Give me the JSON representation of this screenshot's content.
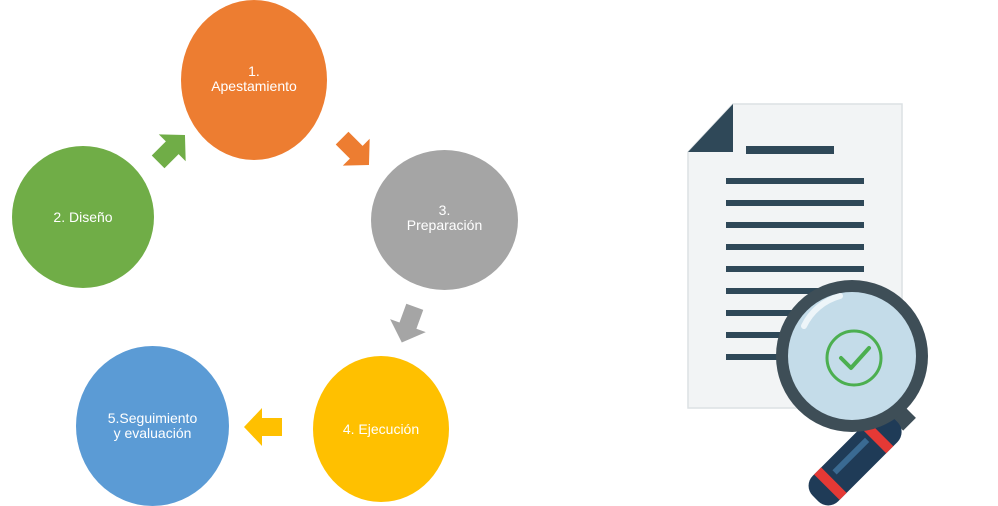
{
  "cycle": {
    "steps": [
      {
        "label": "1.\nApestamiento",
        "color": "#ED7D31"
      },
      {
        "label": "2. Diseño",
        "color": "#70AD47"
      },
      {
        "label": "3.\nPreparación",
        "color": "#A5A5A5"
      },
      {
        "label": "4. Ejecución",
        "color": "#FFC000"
      },
      {
        "label": "5.Seguimiento\ny evaluación",
        "color": "#5B9BD5"
      }
    ]
  },
  "illustration": {
    "icon": "document-magnifier-check-icon",
    "paper_color": "#F2F4F5",
    "ink_color": "#2F4858",
    "lens_frame_color": "#3E4E57",
    "lens_color": "#CFE8F5",
    "check_color": "#4CAF50",
    "handle_color": "#1F3B57",
    "handle_accent_color": "#E53935"
  }
}
